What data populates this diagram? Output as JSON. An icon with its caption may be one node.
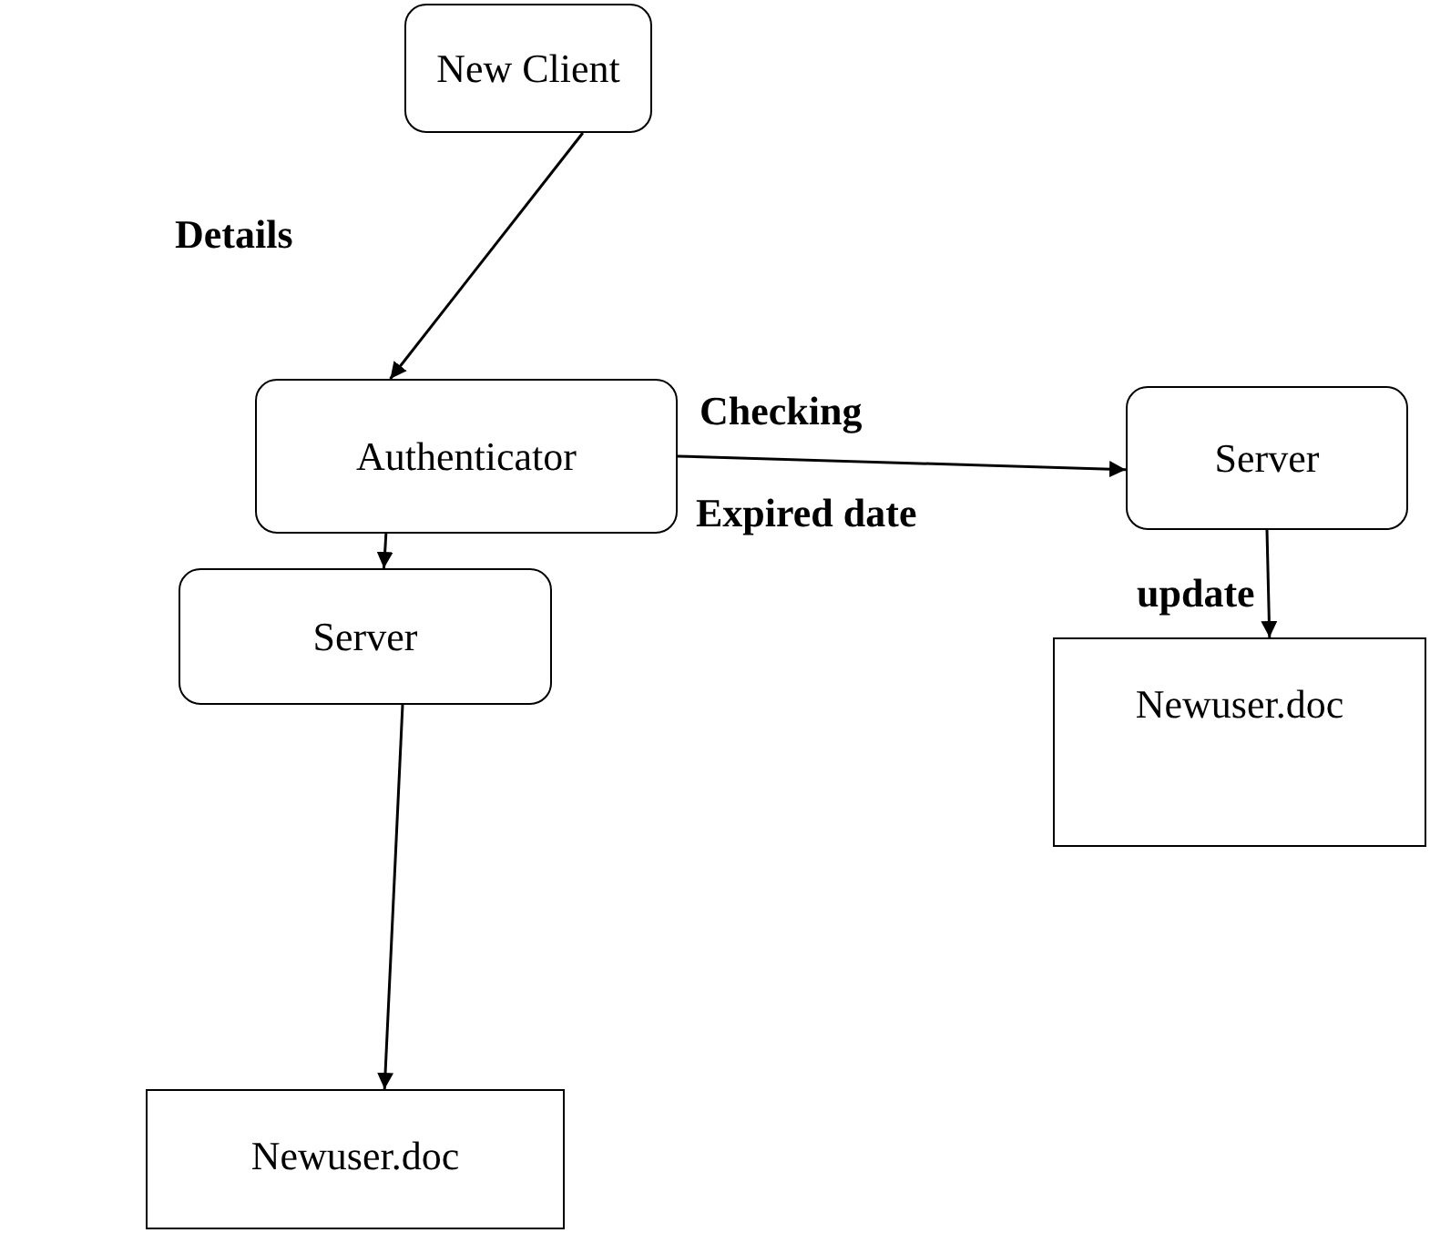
{
  "diagram": {
    "nodes": [
      {
        "text": [
          "New Client"
        ]
      },
      {
        "text": [
          "Authenticator"
        ]
      },
      {
        "text": [
          "Server"
        ]
      },
      {
        "text": [
          "Server"
        ]
      },
      {
        "text": [
          "Newuser.doc"
        ]
      },
      {
        "text": [
          "Newuser.doc"
        ]
      }
    ],
    "edges": [
      {
        "from": 0,
        "to": 1,
        "arrow": "to"
      },
      {
        "from": 1,
        "to": 2,
        "arrow": "to",
        "label": "Checking"
      },
      {
        "from": 1,
        "to": 3,
        "arrow": "to"
      },
      {
        "from": 2,
        "to": 4,
        "arrow": "to",
        "label": "update"
      },
      {
        "from": 3,
        "to": 5,
        "arrow": "to"
      }
    ],
    "labels": [
      "Details",
      "Expired date"
    ]
  }
}
